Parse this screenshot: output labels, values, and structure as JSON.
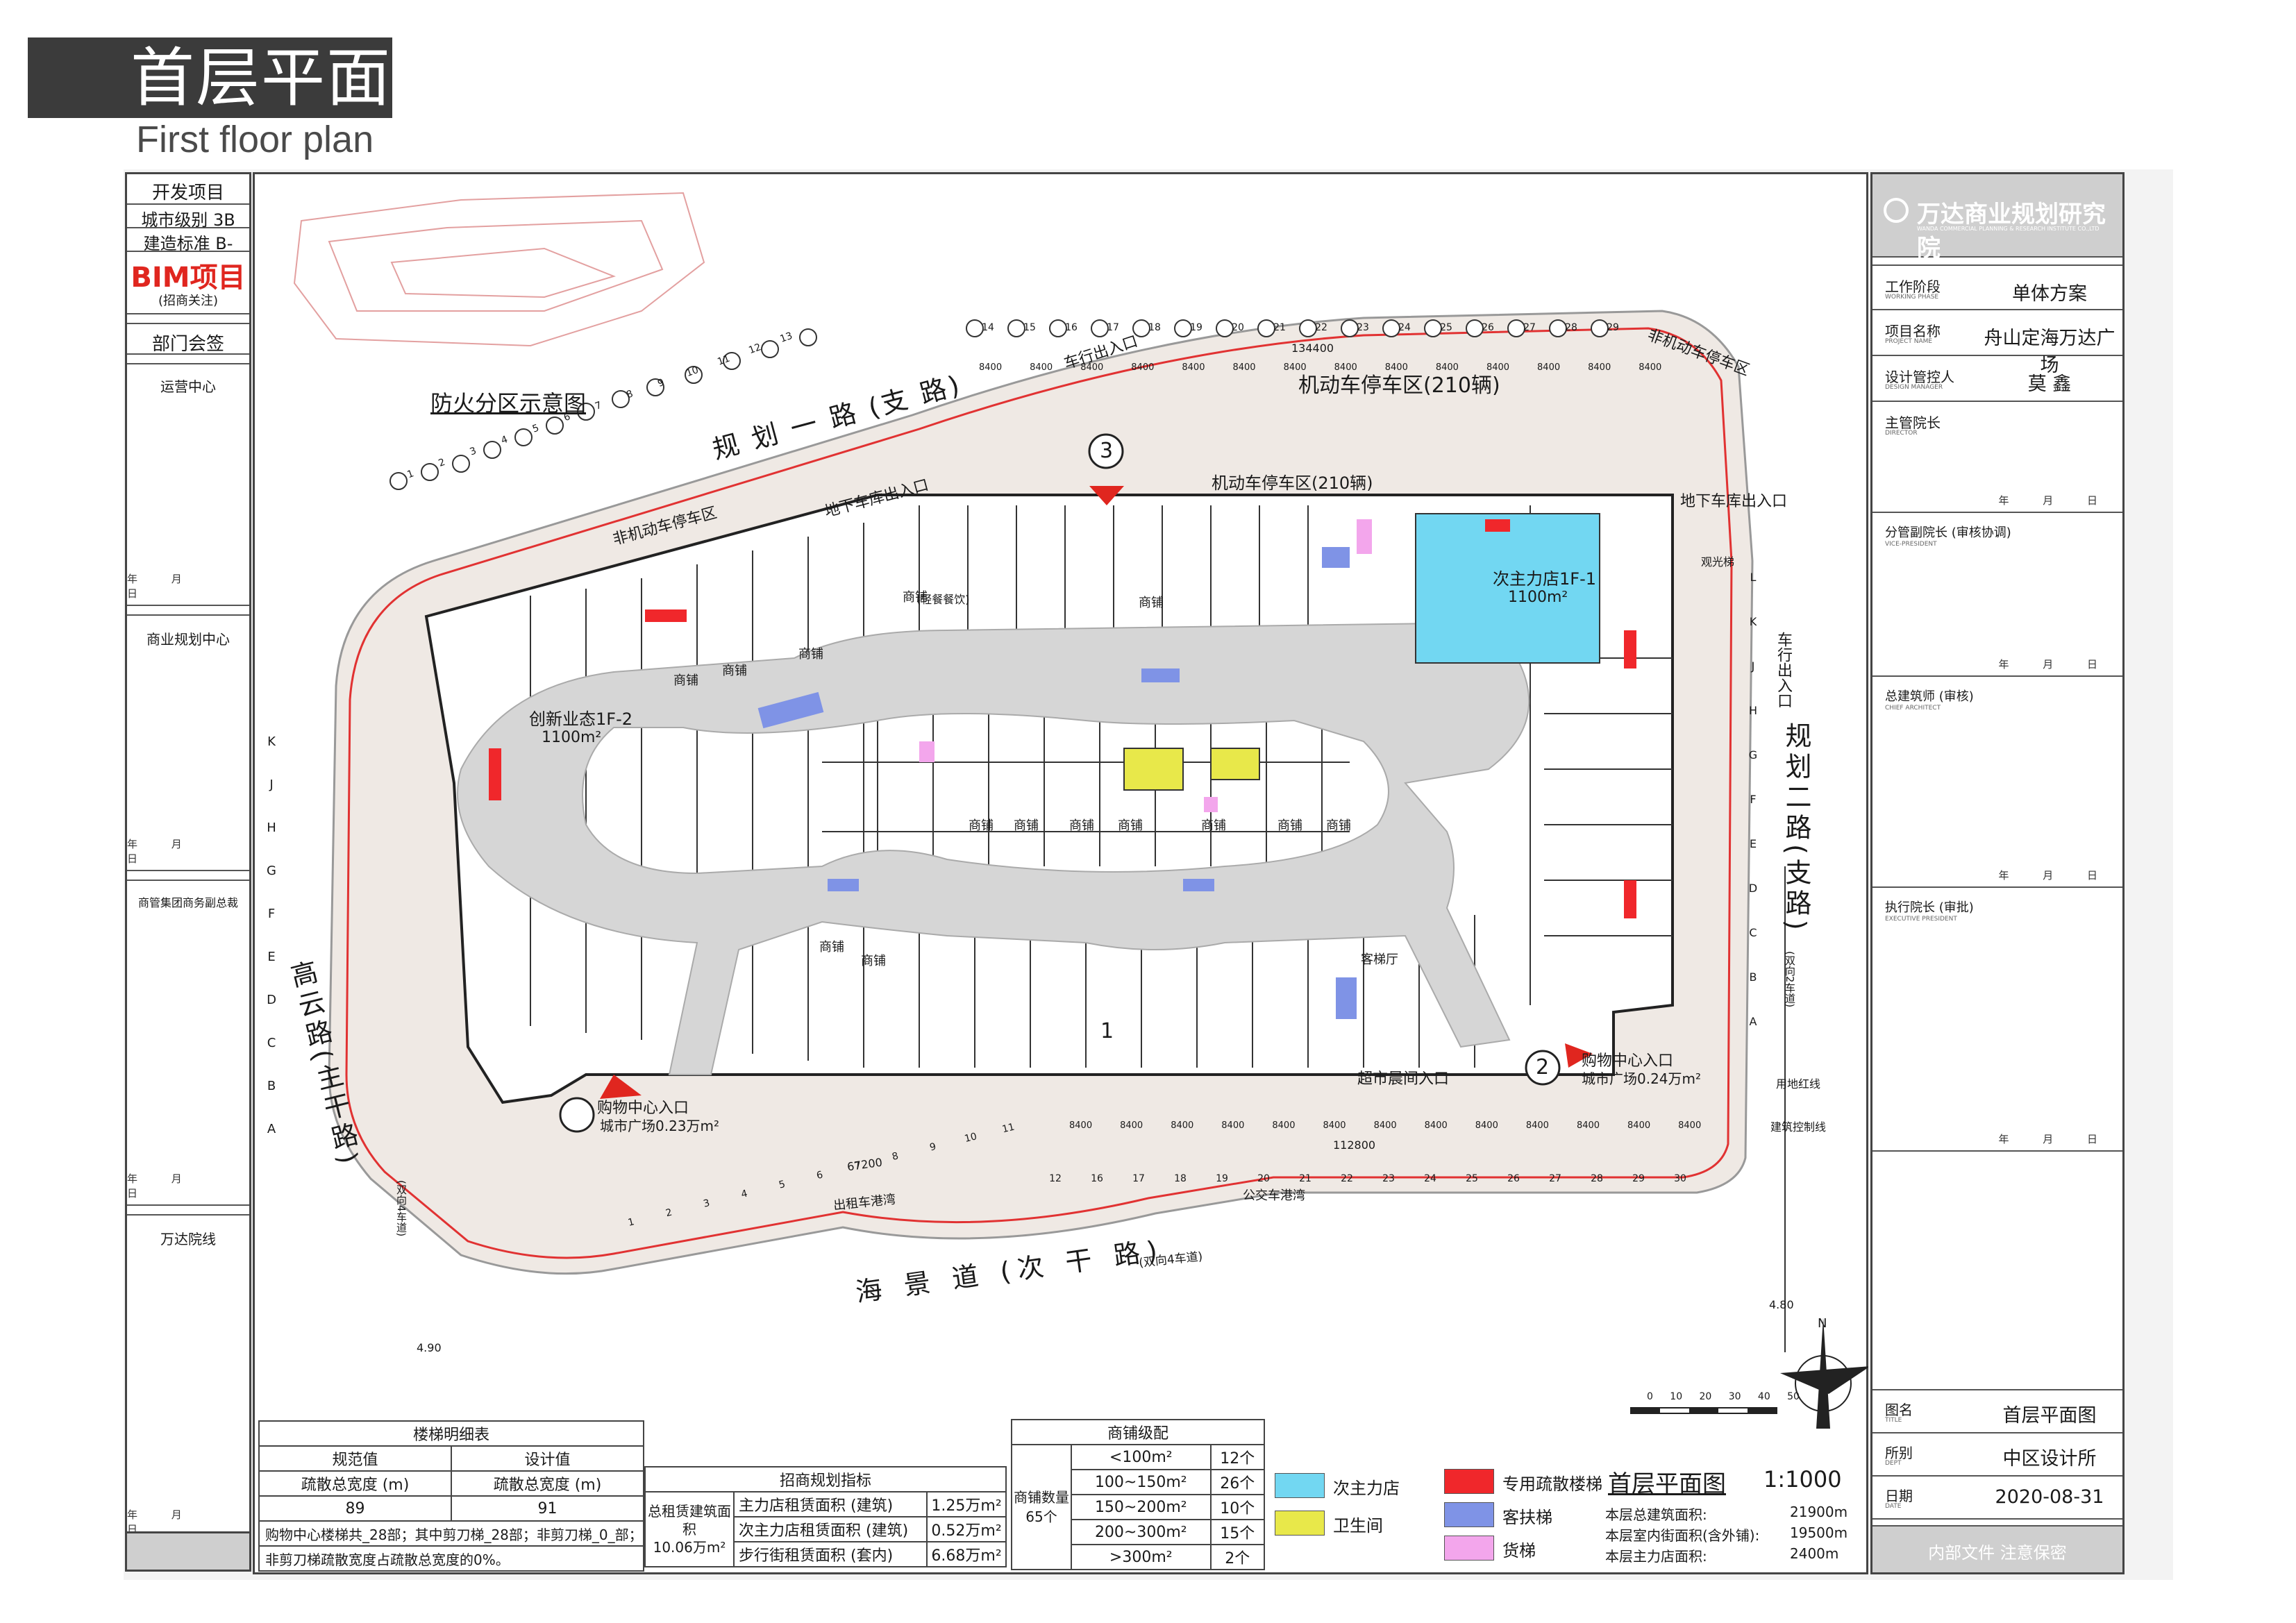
{
  "header": {
    "title": "首层平面",
    "subtitle": "First floor plan"
  },
  "left_panel": {
    "project_title": "开发项目",
    "city_level": "城市级别 3B",
    "build_standard": "建造标准 B-",
    "bim": "BIM项目",
    "bim_note": "(招商关注)",
    "dept_sign": "部门会签",
    "sections": [
      "运营中心",
      "商业规划中心",
      "商管集团商务副总裁",
      "万达院线"
    ],
    "date_marks": "年 月 日"
  },
  "right_panel": {
    "logo": "万达商业规划研究院",
    "logo_en": "WANDA COMMERCIAL PLANNING & RESEARCH INSTITUTE CO.,LTD",
    "rows": [
      {
        "label": "工作阶段",
        "label_en": "WORKING PHASE",
        "value": "单体方案"
      },
      {
        "label": "项目名称",
        "label_en": "PROJECT NAME",
        "value": "舟山定海万达广场"
      },
      {
        "label": "设计管控人",
        "label_en": "DESIGN MANAGER",
        "value": "莫 鑫"
      },
      {
        "label": "主管院长",
        "label_en": "DIRECTOR",
        "value": ""
      },
      {
        "label": "分管副院长 (审核协调)",
        "label_en": "VICE-PRESIDENT",
        "value": ""
      },
      {
        "label": "总建筑师 (审核)",
        "label_en": "CHIEF ARCHITECT",
        "value": ""
      },
      {
        "label": "执行院长 (审批)",
        "label_en": "EXECUTIVE PRESIDENT",
        "value": ""
      }
    ],
    "date_marks": "年 月 日",
    "drawing_name_label": "图名",
    "drawing_name_label_en": "TITLE",
    "drawing_name": "首层平面图",
    "dept_label": "所别",
    "dept_label_en": "DEPT",
    "dept": "中区设计所",
    "date_label": "日期",
    "date_label_en": "DATE",
    "date": "2020-08-31",
    "footer": "内部文件  注意保密"
  },
  "plan_labels": {
    "fire_zone": "防火分区示意图",
    "road_north": "规 划 一 路 (支 路)",
    "road_east": "规划二路(支路)",
    "road_east_note": "(双向2车道)",
    "road_south": "海 景 道 (次 干 路)",
    "road_south_note": "(双向4车道)",
    "road_west": "高云路(主干路)",
    "road_west_note": "(双向4车道)",
    "parking_top": "机动车停车区(210辆)",
    "parking_mid": "机动车停车区(210辆)",
    "nonmotor_nw": "非机动车停车区",
    "nonmotor_ne": "非机动车停车区",
    "car_entry_top": "车行出入口",
    "car_entry_east": "车行出入口",
    "underground_exit_w": "地下车库出入口",
    "underground_exit_e": "地下车库出入口",
    "anchor_store": "次主力店1F-1",
    "anchor_area": "1100m²",
    "innovation": "创新业态1F-2",
    "innovation_area": "1100m²",
    "entry1": "购物中心入口",
    "entry1_plaza": "城市广场0.23万m²",
    "entry2": "购物中心入口",
    "entry2_plaza": "城市广场0.24万m²",
    "supermarket_entry": "超市晨间入口",
    "bus_stop": "公交车港湾",
    "taxi_stop": "出租车港湾",
    "shop": "商铺",
    "catering": "(轻餐餐饮)",
    "escalator_hall": "客梯厅",
    "marker1": "1",
    "marker2": "2",
    "marker3": "3",
    "dim_total_top": "134400",
    "dim_total_bottom": "112800",
    "dim_bottom_left": "67200",
    "span": "8400",
    "edge_left": "4.90",
    "edge_right": "4.80",
    "north": "N",
    "scale_ticks": [
      "0",
      "10",
      "20",
      "30",
      "40",
      "50"
    ],
    "row_labels": [
      "K",
      "J",
      "H",
      "G",
      "F",
      "E",
      "D",
      "C",
      "B",
      "A"
    ],
    "col_labels_top": [
      "1",
      "2",
      "3",
      "4",
      "5",
      "6",
      "7",
      "8",
      "9",
      "10",
      "11",
      "12",
      "13"
    ],
    "col_labels_top_right": [
      "14",
      "15",
      "16",
      "17",
      "18",
      "19",
      "20",
      "21",
      "22",
      "23",
      "24",
      "25",
      "26",
      "27",
      "28",
      "29"
    ],
    "col_labels_bottom": [
      "12",
      "16",
      "17",
      "18",
      "19",
      "20",
      "21",
      "22",
      "23",
      "24",
      "25",
      "26",
      "27",
      "28",
      "29",
      "30"
    ],
    "col_labels_bottom_left": [
      "1",
      "2",
      "3",
      "4",
      "5",
      "6",
      "7",
      "8",
      "9",
      "10",
      "11"
    ],
    "right_rows": [
      "L",
      "K",
      "J",
      "H",
      "G",
      "F",
      "E",
      "D",
      "C",
      "B",
      "A"
    ],
    "fence": "用地红线",
    "building_line": "建筑控制线",
    "sightseeing": "观光梯"
  },
  "stair_table": {
    "title": "楼梯明细表",
    "h_spec": "规范值",
    "h_design": "设计值",
    "r1_spec": "疏散总宽度 (m)",
    "r1_design": "疏散总宽度 (m)",
    "r2_spec": "89",
    "r2_design": "91",
    "note1": "购物中心楼梯共_28部；其中剪刀梯_28部；非剪刀梯_0_部；",
    "note2": "非剪刀梯疏散宽度占疏散总宽度的0%。"
  },
  "leasing_table": {
    "title": "招商规划指标",
    "left_label": "总租赁建筑面积",
    "left_value": "10.06万m²",
    "rows": [
      {
        "name": "主力店租赁面积 (建筑)",
        "value": "1.25万m²"
      },
      {
        "name": "次主力店租赁面积 (建筑)",
        "value": "0.52万m²"
      },
      {
        "name": "步行街租赁面积 (套内)",
        "value": "6.68万m²"
      }
    ]
  },
  "shop_table": {
    "title": "商铺级配",
    "count_label": "商铺数量",
    "count_value": "65个",
    "rows": [
      {
        "range": "<100m²",
        "count": "12个"
      },
      {
        "range": "100~150m²",
        "count": "26个"
      },
      {
        "range": "150~200m²",
        "count": "10个"
      },
      {
        "range": "200~300m²",
        "count": "15个"
      },
      {
        "range": ">300m²",
        "count": "2个"
      }
    ]
  },
  "legend": {
    "items": [
      {
        "label": "次主力店",
        "color": "#72d7f2"
      },
      {
        "label": "卫生间",
        "color": "#e8e84a"
      },
      {
        "label": "专用疏散楼梯",
        "color": "#f0272b"
      },
      {
        "label": "客扶梯",
        "color": "#7f93e6"
      },
      {
        "label": "货梯",
        "color": "#f3a6ec"
      }
    ]
  },
  "plan_info": {
    "name": "首层平面图",
    "scale": "1:1000",
    "line1_label": "本层总建筑面积:",
    "line1_value": "21900m",
    "line2_label": "本层室内街面积(含外铺):",
    "line2_value": "19500m",
    "line3_label": "本层主力店面积:",
    "line3_value": "2400m"
  },
  "colors": {
    "corridor": "#d6d6d6",
    "anchor": "#72d7f2",
    "toilet": "#e8e84a",
    "stair": "#f0272b",
    "escalator": "#7f93e6",
    "freight": "#f3a6ec",
    "red_line": "#e13232",
    "plaza": "#efe9e4"
  }
}
